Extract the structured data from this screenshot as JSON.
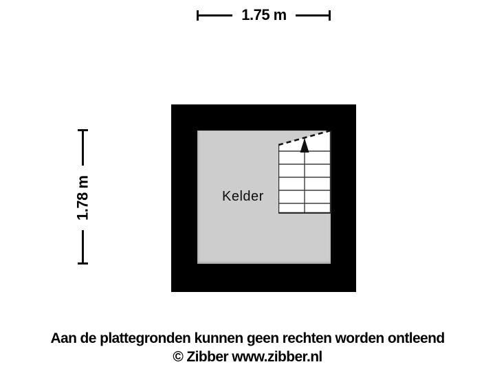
{
  "dimensions": {
    "top": {
      "label": "1.75 m"
    },
    "left": {
      "label": "1.78 m"
    }
  },
  "room": {
    "label": "Kelder"
  },
  "footer": {
    "disclaimer": "Aan de plattegronden kunnen geen rechten worden ontleend",
    "copyright": "© Zibber www.zibber.nl"
  },
  "colors": {
    "background": "#ffffff",
    "wall": "#000000",
    "room_fill": "#cdcdcd",
    "stair_fill": "#ffffff",
    "stair_line": "#3d3d3d",
    "stair_outline": "#2a2a2a",
    "cut_line": "#111111",
    "arrow": "#111111",
    "dimension_line": "#0a0a0a",
    "text": "#000000"
  }
}
